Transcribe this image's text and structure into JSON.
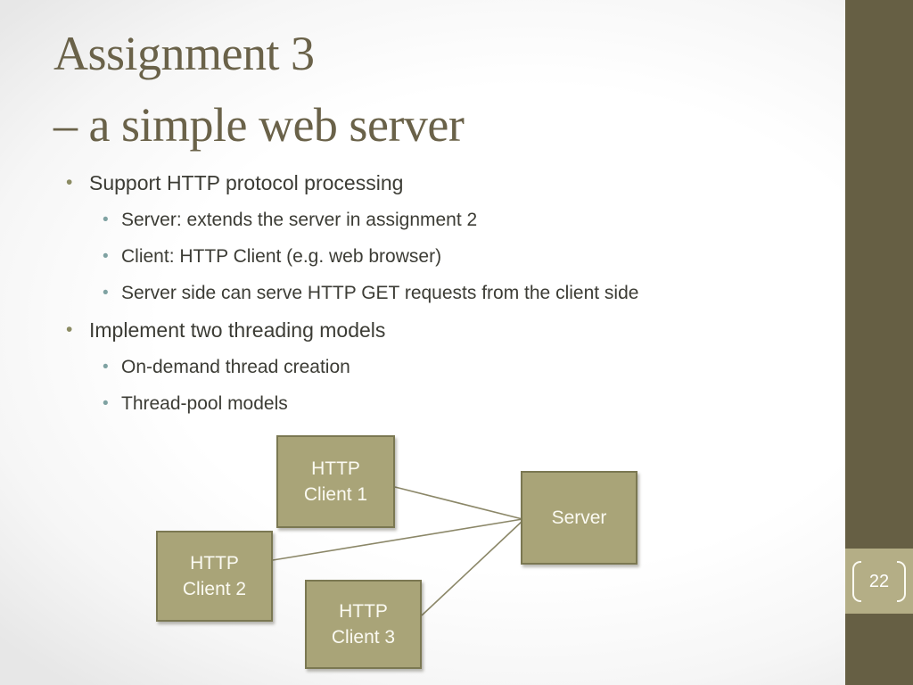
{
  "slide": {
    "title": {
      "line1": "Assignment 3",
      "line2": "– a simple web server"
    },
    "bullets": [
      {
        "level": 1,
        "text": "Support HTTP protocol processing"
      },
      {
        "level": 2,
        "text": "Server: extends the server in assignment 2"
      },
      {
        "level": 2,
        "text": "Client: HTTP Client (e.g. web browser)"
      },
      {
        "level": 2,
        "text": "Server side can serve HTTP GET requests from the client side"
      },
      {
        "level": 1,
        "text": "Implement two threading models"
      },
      {
        "level": 2,
        "text": "On-demand thread creation"
      },
      {
        "level": 2,
        "text": "Thread-pool models"
      }
    ],
    "diagram": {
      "nodes": [
        {
          "id": "client1",
          "label": "HTTP\nClient 1"
        },
        {
          "id": "client2",
          "label": "HTTP\nClient 2"
        },
        {
          "id": "client3",
          "label": "HTTP\nClient 3"
        },
        {
          "id": "server",
          "label": "Server"
        }
      ],
      "edges": [
        {
          "from": "client1",
          "to": "server"
        },
        {
          "from": "client2",
          "to": "server"
        },
        {
          "from": "client3",
          "to": "server"
        }
      ]
    },
    "page_number": "22",
    "icons": {
      "bullet_level1": "small-round-dot",
      "bullet_level2": "small-round-dot",
      "page_number_frame": "rounded-bracket-pair"
    },
    "colors": {
      "title_text": "#6a6249",
      "body_text": "#3c3c35",
      "bullet_level1_dot": "#8b8b63",
      "bullet_level2_dot": "#7fa2a2",
      "node_fill": "#a9a478",
      "node_border": "#7b7852",
      "node_text": "#fbfaf2",
      "connector_line": "#8b8768",
      "sidebar": "#665f44",
      "page_number_box": "#b4ae86",
      "page_number_text": "#ffffff"
    }
  }
}
